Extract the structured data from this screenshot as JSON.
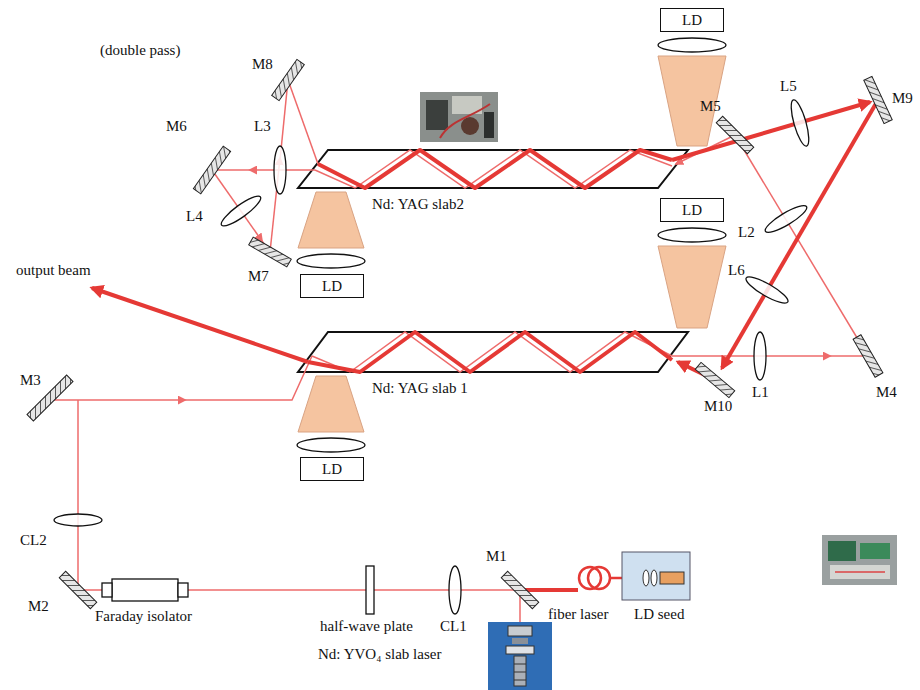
{
  "diagram": {
    "nodes": [
      {
        "text": [
          "LD"
        ]
      },
      {
        "text": [
          "LD"
        ]
      },
      {
        "text": [
          "LD"
        ]
      },
      {
        "text": [
          "LD"
        ]
      }
    ],
    "labels": [
      "(double pass)",
      "M8",
      "M6",
      "L3",
      "L4",
      "M7",
      "output beam",
      "M3",
      "CL2",
      "M2",
      "Faraday isolator",
      "half-wave plate",
      "CL1",
      "M1",
      "fiber laser",
      "LD seed",
      "Nd: YVO₄ slab laser",
      "Nd: YAG slab2",
      "Nd: YAG slab 1",
      "M5",
      "L5",
      "M9",
      "L2",
      "L6",
      "L1",
      "M4",
      "M10"
    ]
  }
}
